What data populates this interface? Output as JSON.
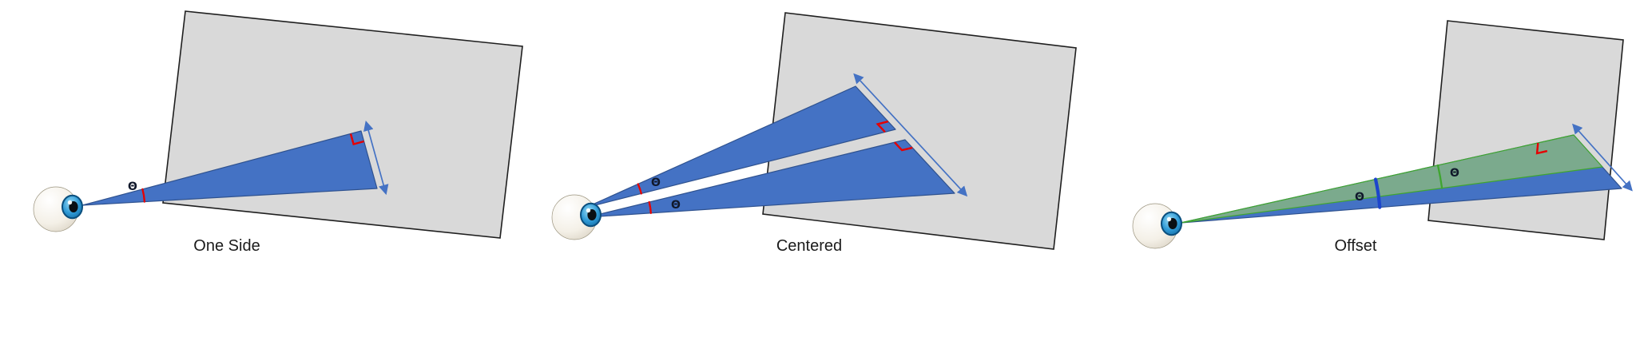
{
  "figure": {
    "background": "#ffffff",
    "panels": [
      {
        "caption": "One Side",
        "angles": [
          {
            "symbol": "Θ"
          }
        ]
      },
      {
        "caption": "Centered",
        "angles": [
          {
            "symbol": "Θ"
          },
          {
            "symbol": "Θ"
          }
        ]
      },
      {
        "caption": "Offset",
        "angles": [
          {
            "symbol": "Θ"
          },
          {
            "symbol": "Θ"
          }
        ]
      }
    ],
    "icons": [
      {
        "name": "eye-icon",
        "maps_to": "stylized eyeball looking toward plane"
      },
      {
        "name": "right-angle-marker",
        "maps_to": "red square corner = 90°"
      },
      {
        "name": "extent-arrow",
        "maps_to": "double-headed arrow along plane"
      }
    ],
    "colors": {
      "frustum_blue": "#4472C4",
      "frustum_blue_edge": "#2F528F",
      "plane_gray": "#D9D9D9",
      "plane_edge": "#1F1F1F",
      "angle_red": "#E60000",
      "axis_green": "#3FA52F",
      "offset_green_fill": "#7BAA8D",
      "offset_arc_blue": "#1C45CC",
      "arrow_blue": "#4472C4",
      "theta_text": "#10182B",
      "caption_text": "#1B1B1B"
    }
  }
}
